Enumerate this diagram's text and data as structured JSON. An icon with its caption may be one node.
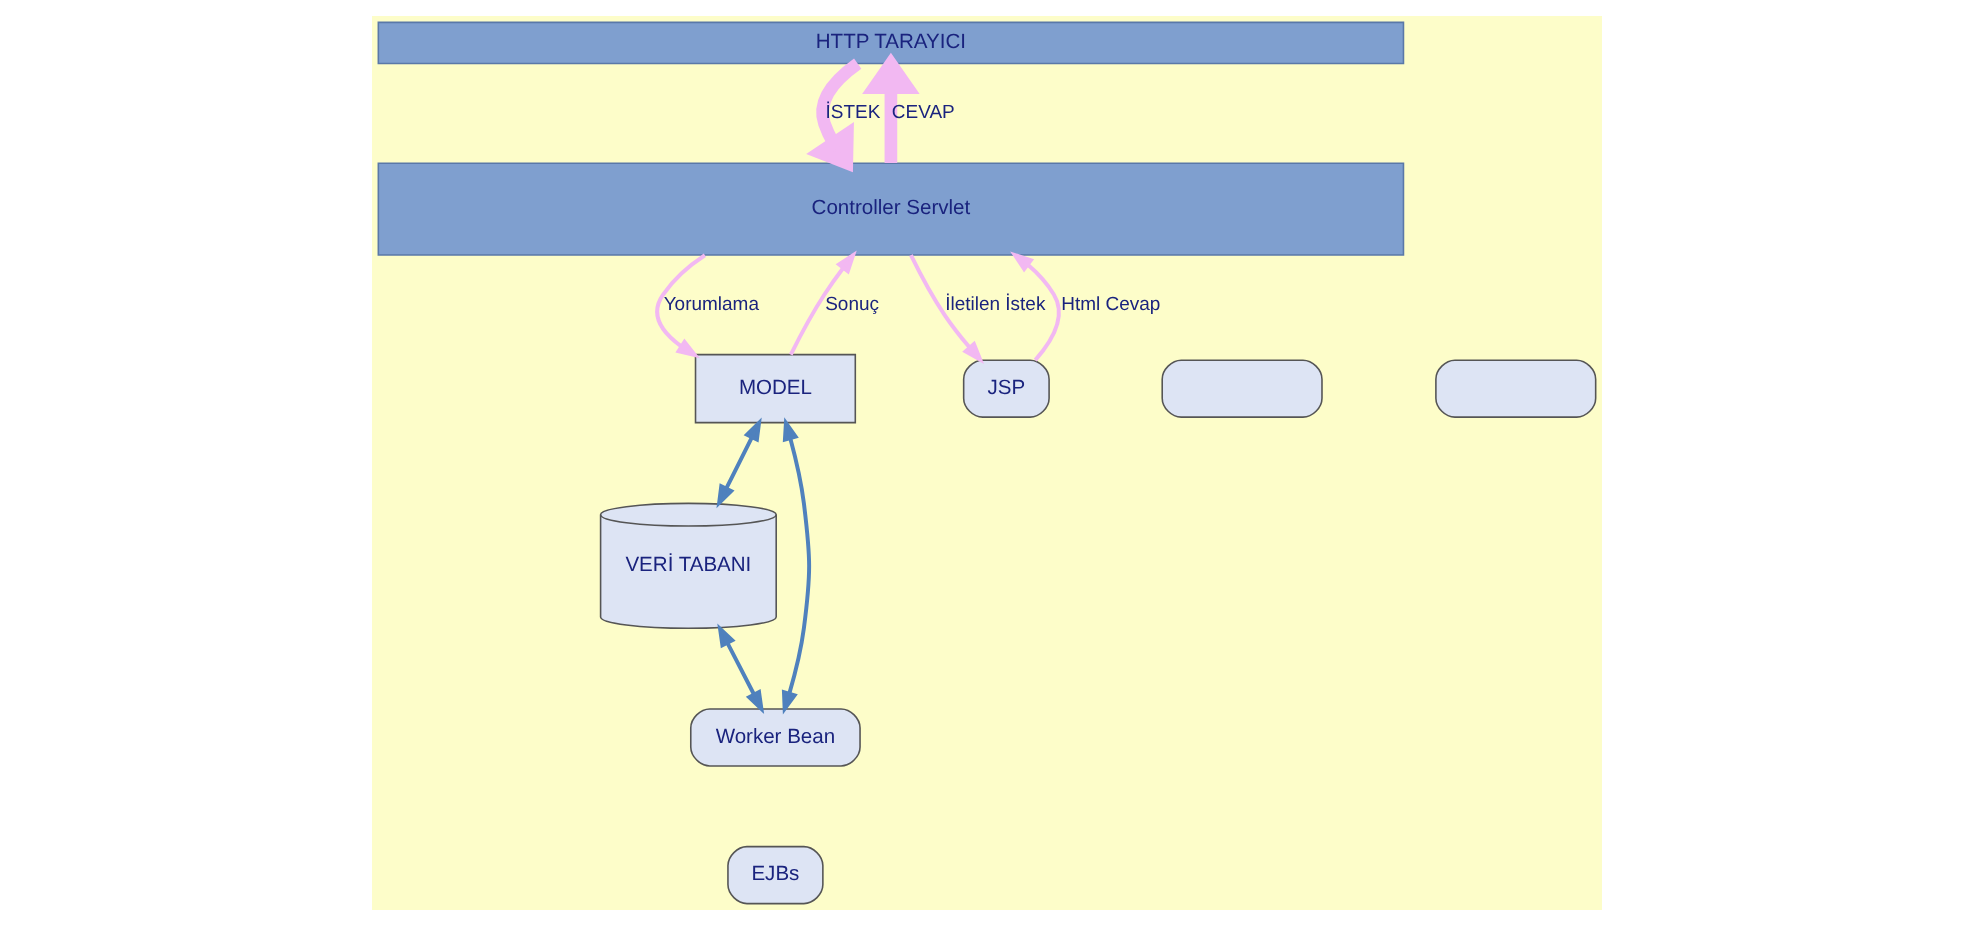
{
  "diagram": {
    "nodes": [
      {
        "text": [
          "HTTP TARAYICI"
        ]
      },
      {
        "text": [
          "Controller Servlet"
        ]
      },
      {
        "text": [
          "MODEL"
        ]
      },
      {
        "text": [
          "JSP"
        ]
      },
      {
        "text": [],
        "shape": "box"
      },
      {
        "text": [],
        "shape": "box"
      },
      {
        "text": [
          "VERİ TABANI"
        ]
      },
      {
        "text": [
          "Worker Bean"
        ]
      },
      {
        "text": [
          "EJBs"
        ]
      }
    ],
    "edges": [
      {
        "from": 0,
        "to": 1,
        "arrow": "to",
        "label": "İSTEK",
        "style": "thick",
        "color": "#f2b8f2"
      },
      {
        "from": 1,
        "to": 0,
        "arrow": "to",
        "label": "CEVAP",
        "style": "thick",
        "color": "#f2b8f2"
      },
      {
        "from": 1,
        "to": 2,
        "arrow": "to",
        "label": "Yorumlama",
        "color": "#f2b8f2"
      },
      {
        "from": 2,
        "to": 1,
        "arrow": "to",
        "label": "Sonuç",
        "color": "#f2b8f2"
      },
      {
        "from": 1,
        "to": 3,
        "arrow": "to",
        "label": "İletilen İstek",
        "color": "#f2b8f2"
      },
      {
        "from": 3,
        "to": 1,
        "arrow": "to",
        "label": "Html Cevap",
        "color": "#f2b8f2"
      },
      {
        "from": 2,
        "to": 6,
        "arrow": "both",
        "color": "#4f81bd"
      },
      {
        "from": 2,
        "to": 7,
        "arrow": "both",
        "color": "#4f81bd"
      },
      {
        "from": 6,
        "to": 7,
        "arrow": "both",
        "color": "#4f81bd"
      }
    ]
  }
}
